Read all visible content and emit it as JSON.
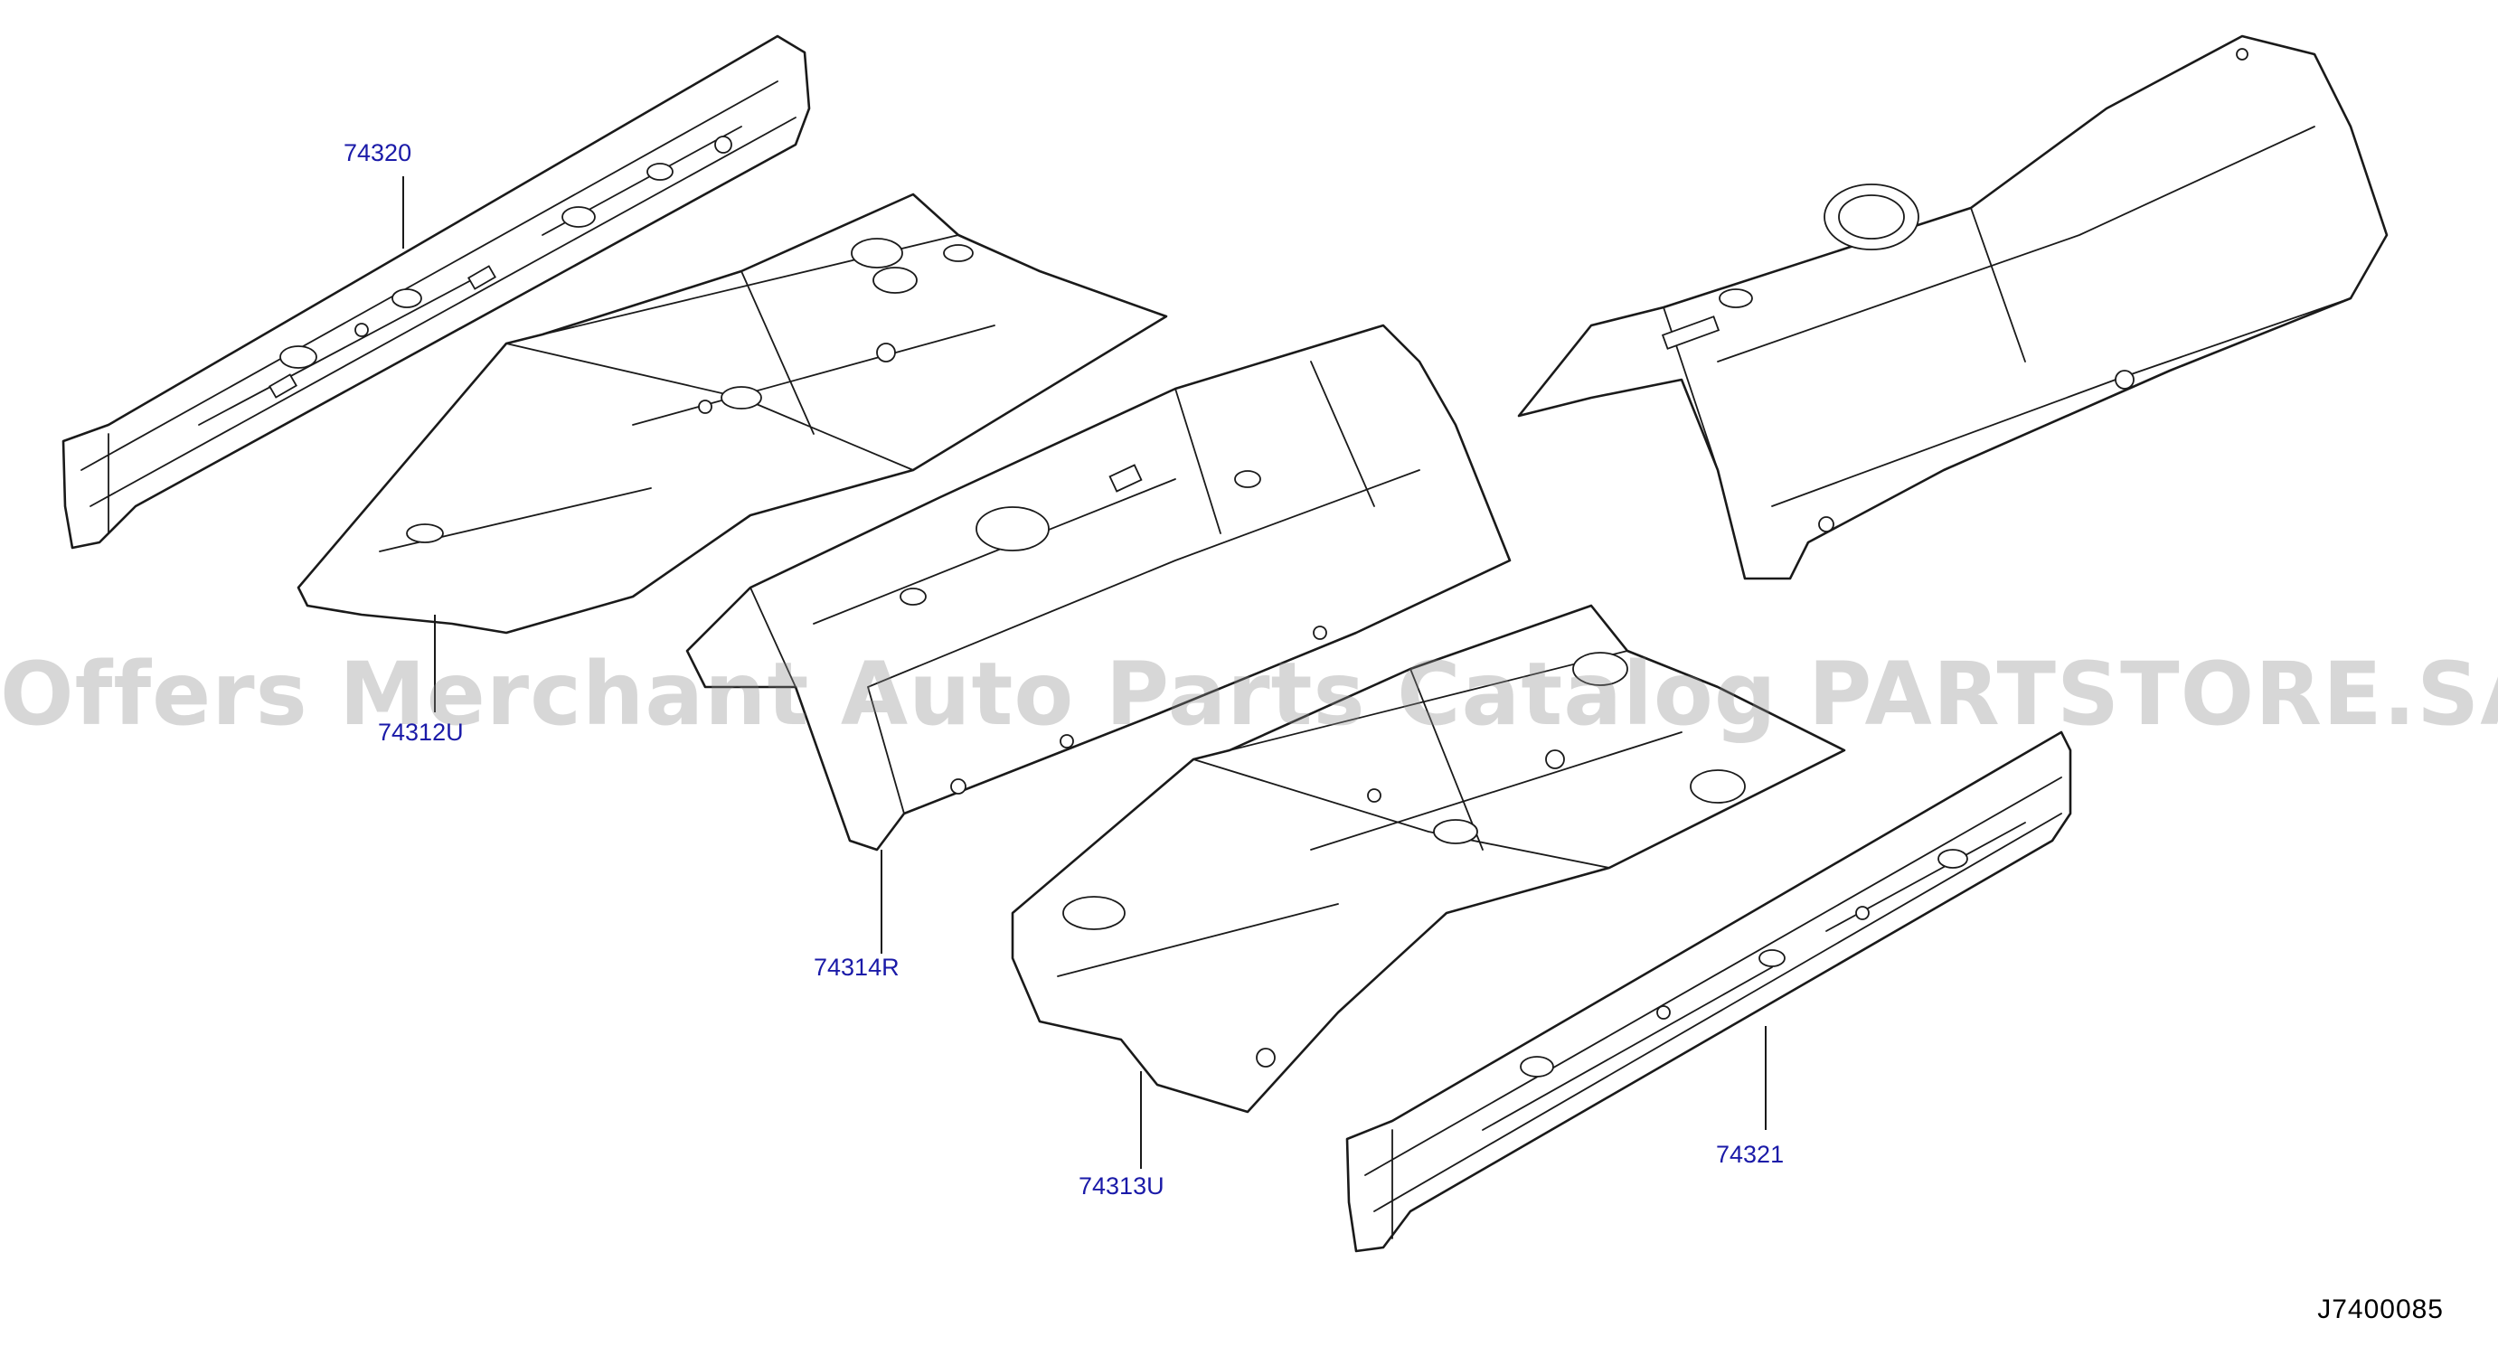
{
  "callouts": [
    {
      "id": "74320",
      "label": "74320"
    },
    {
      "id": "74312U",
      "label": "74312U"
    },
    {
      "id": "74314R",
      "label": "74314R"
    },
    {
      "id": "74313U",
      "label": "74313U"
    },
    {
      "id": "74321",
      "label": "74321"
    }
  ],
  "diagram_code": "J7400085",
  "watermark": "Offers Merchant Auto Parts Catalog PARTSTORE.SA",
  "colors": {
    "label": "#1a1aa8",
    "line": "#1a1a1a",
    "watermark": "#8c8c8c"
  }
}
